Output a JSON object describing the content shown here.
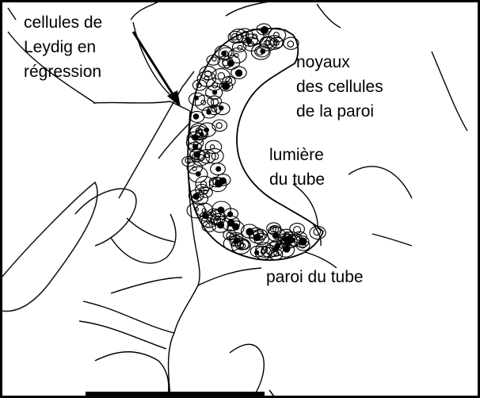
{
  "diagram": {
    "labels": {
      "leydig_line1": "cellules de",
      "leydig_line2": "Leydig en",
      "leydig_line3": "régression",
      "noyaux_line1": "noyaux",
      "noyaux_line2": "des cellules",
      "noyaux_line3": "de la paroi",
      "lumiere_line1": "lumière",
      "lumiere_line2": "du tube",
      "paroi": "paroi du tube"
    },
    "colors": {
      "ink": "#000000",
      "background": "#ffffff"
    }
  }
}
